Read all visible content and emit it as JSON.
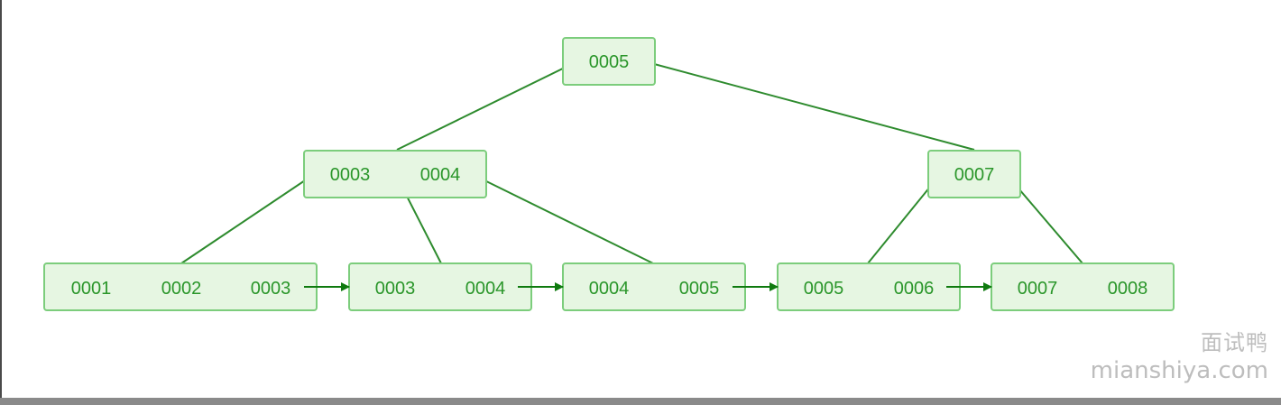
{
  "colors": {
    "node_fill": "#e6f6e2",
    "node_border": "#7ccd7c",
    "line": "#2e8b2e",
    "text": "#2a962a",
    "arrow": "#0f7a0f"
  },
  "tree": {
    "root": {
      "keys": [
        "0005"
      ]
    },
    "internal": [
      {
        "keys": [
          "0003",
          "0004"
        ]
      },
      {
        "keys": [
          "0007"
        ]
      }
    ],
    "leaves": [
      {
        "keys": [
          "0001",
          "0002",
          "0003"
        ]
      },
      {
        "keys": [
          "0003",
          "0004"
        ]
      },
      {
        "keys": [
          "0004",
          "0005"
        ]
      },
      {
        "keys": [
          "0005",
          "0006"
        ]
      },
      {
        "keys": [
          "0007",
          "0008"
        ]
      }
    ]
  },
  "watermark": {
    "chinese": "面试鸭",
    "site": "mianshiya.com"
  }
}
